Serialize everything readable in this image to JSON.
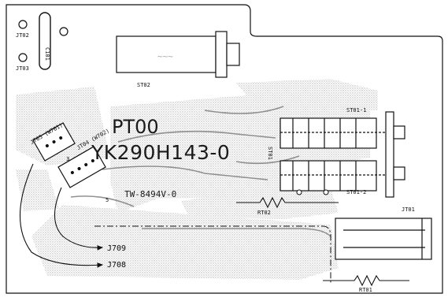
{
  "board": {
    "name": "PT00",
    "part_number": "YK290H143-0",
    "board_code": "TW-8494V-0"
  },
  "labels": {
    "jt02": "JT02",
    "jt03": "JT03",
    "c101": "C101",
    "st02": "ST02",
    "st01": "ST01",
    "st01_1": "ST01-1",
    "st01_2": "ST01-2",
    "rt02": "RT02",
    "jt01": "JT01",
    "rt01": "RT01",
    "jt05": "JT05 (W701)",
    "jt04": "JT04 (W702)",
    "j709": "J709",
    "j708": "J708",
    "pin_3": "3",
    "pin_5": "5"
  },
  "colors": {
    "ink": "#111111",
    "paper": "#ffffff",
    "copper_shade": "#c8c8c8"
  }
}
